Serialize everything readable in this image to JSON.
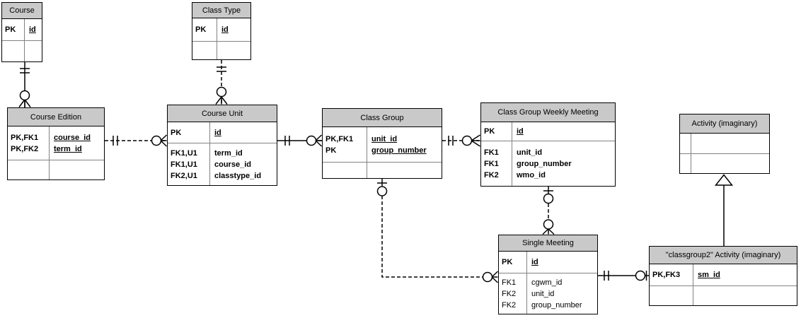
{
  "diagram": {
    "kind": "entity-relationship-diagram",
    "notation": "crows-foot",
    "colors": {
      "background": "#ffffff",
      "entity_header_fill": "#c9c9c9",
      "entity_border": "#000000",
      "inner_divider": "#828282",
      "line": "#000000"
    }
  },
  "entities": {
    "course": {
      "title": "Course",
      "keys": [
        {
          "label": "PK",
          "name": "id"
        }
      ]
    },
    "class_type": {
      "title": "Class Type",
      "keys": [
        {
          "label": "PK",
          "name": "id"
        }
      ]
    },
    "course_edition": {
      "title": "Course Edition",
      "keys": [
        {
          "label": "PK,FK1",
          "name": "course_id"
        },
        {
          "label": "PK,FK2",
          "name": "term_id"
        }
      ]
    },
    "course_unit": {
      "title": "Course Unit",
      "keys": [
        {
          "label": "PK",
          "name": "id"
        }
      ],
      "attrs": [
        {
          "label": "FK1,U1",
          "name": "term_id"
        },
        {
          "label": "FK1,U1",
          "name": "course_id"
        },
        {
          "label": "FK2,U1",
          "name": "classtype_id"
        }
      ]
    },
    "class_group": {
      "title": "Class Group",
      "keys": [
        {
          "label": "PK,FK1",
          "name": "unit_id"
        },
        {
          "label": "PK",
          "name": "group_number"
        }
      ]
    },
    "class_group_weekly_meeting": {
      "title": "Class Group Weekly Meeting",
      "keys": [
        {
          "label": "PK",
          "name": "id"
        }
      ],
      "attrs": [
        {
          "label": "FK1",
          "name": "unit_id"
        },
        {
          "label": "FK1",
          "name": "group_number"
        },
        {
          "label": "FK2",
          "name": "wmo_id"
        }
      ]
    },
    "activity": {
      "title": "Activity (imaginary)"
    },
    "single_meeting": {
      "title": "Single Meeting",
      "keys": [
        {
          "label": "PK",
          "name": "id"
        }
      ],
      "attrs": [
        {
          "label": "FK1",
          "name": "cgwm_id"
        },
        {
          "label": "FK2",
          "name": "unit_id"
        },
        {
          "label": "FK2",
          "name": "group_number"
        }
      ]
    },
    "classgroup2_activity": {
      "title": "\"classgroup2\" Activity (imaginary)",
      "keys": [
        {
          "label": "PK,FK3",
          "name": "sm_id"
        }
      ]
    }
  },
  "relationships": [
    {
      "from": "Course",
      "to": "Course Edition",
      "from_end": "one-and-only-one",
      "to_end": "zero-or-many",
      "line": "solid"
    },
    {
      "from": "Class Type",
      "to": "Course Unit",
      "from_end": "one-and-only-one",
      "to_end": "zero-or-many",
      "line": "dashed"
    },
    {
      "from": "Course Edition",
      "to": "Course Unit",
      "from_end": "one-and-only-one",
      "to_end": "zero-or-many",
      "line": "dashed"
    },
    {
      "from": "Course Unit",
      "to": "Class Group",
      "from_end": "one-and-only-one",
      "to_end": "zero-or-many",
      "line": "solid"
    },
    {
      "from": "Class Group",
      "to": "Class Group Weekly Meeting",
      "from_end": "one-and-only-one",
      "to_end": "zero-or-many",
      "line": "dashed"
    },
    {
      "from": "Class Group",
      "to": "Single Meeting",
      "from_end": "zero-or-one",
      "to_end": "zero-or-many",
      "line": "dashed"
    },
    {
      "from": "Class Group Weekly Meeting",
      "to": "Single Meeting",
      "from_end": "zero-or-one",
      "to_end": "zero-or-many",
      "line": "dashed"
    },
    {
      "from": "Single Meeting",
      "to": "\"classgroup2\" Activity (imaginary)",
      "from_end": "one-and-only-one",
      "to_end": "zero-or-one",
      "line": "solid"
    },
    {
      "from": "\"classgroup2\" Activity (imaginary)",
      "to": "Activity (imaginary)",
      "type": "generalization",
      "line": "solid"
    }
  ]
}
